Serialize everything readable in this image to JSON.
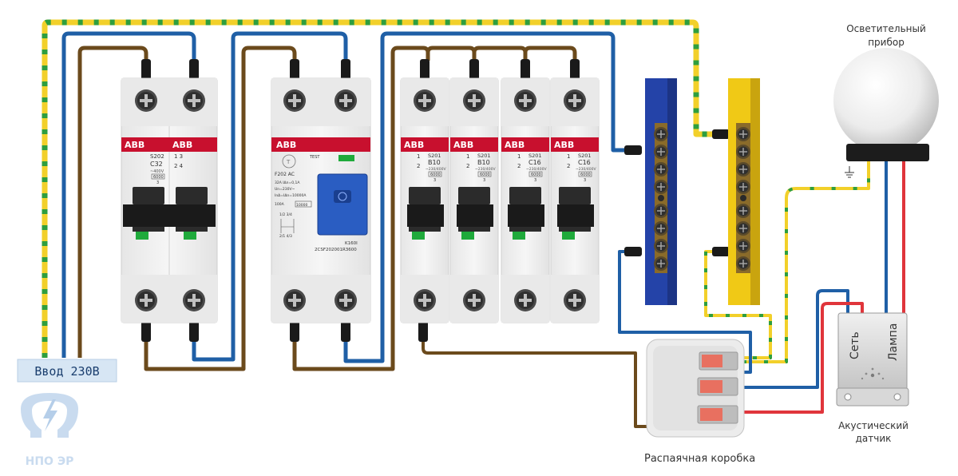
{
  "input_label": "Ввод 230В",
  "logo": {
    "text": "НПО ЭР"
  },
  "colors": {
    "neutral": "#1f5fa6",
    "phase": "#6b4a1c",
    "earth_yellow": "#f2d02a",
    "earth_green": "#2e9e3e",
    "live_red": "#e0353b",
    "bus_blue": "#2443a8",
    "bus_yellow": "#f0c916",
    "abb_red": "#c8102e",
    "indicator_green": "#1faa3b"
  },
  "lamp": {
    "label_line1": "Осветительный",
    "label_line2": "прибор"
  },
  "junction_box": {
    "label": "Распаячная коробка"
  },
  "sensor": {
    "label_line1": "Акустический",
    "label_line2": "датчик",
    "port_net": "Сеть",
    "port_lamp": "Лампа"
  },
  "main_breaker": {
    "brand": "ABB",
    "model": "S202",
    "rating": "C32",
    "voltage": "~400V",
    "breaking": "6000",
    "class": "3",
    "poles_top": "1   3",
    "poles_bottom": "2   4"
  },
  "rcd": {
    "brand": "ABB",
    "test_label": "TEST",
    "model": "F202 AC",
    "rating_line": "32A  IΔn=0,1A",
    "voltage_line": "Un=230V~",
    "inc_line": "InΔ=IΔn=10000A",
    "short_line": "100A",
    "short_box": "10000",
    "catalog1": "K160I",
    "catalog2": "2CSF202001R3600",
    "terminals_top": "1/2  3/4",
    "terminals_bottom": "2/1  4/3"
  },
  "breakers": [
    {
      "brand": "ABB",
      "model": "S201",
      "rating": "B10",
      "voltage": "~230/400V",
      "breaking": "6000",
      "class": "3",
      "pole_top": "1",
      "pole_bottom": "2"
    },
    {
      "brand": "ABB",
      "model": "S201",
      "rating": "B10",
      "voltage": "~230/400V",
      "breaking": "6000",
      "class": "3",
      "pole_top": "1",
      "pole_bottom": "2"
    },
    {
      "brand": "ABB",
      "model": "S201",
      "rating": "C16",
      "voltage": "~230/400V",
      "breaking": "6000",
      "class": "3",
      "pole_top": "1",
      "pole_bottom": "2"
    },
    {
      "brand": "ABB",
      "model": "S201",
      "rating": "C16",
      "voltage": "~230/400V",
      "breaking": "6000",
      "class": "3",
      "pole_top": "1",
      "pole_bottom": "2"
    }
  ]
}
